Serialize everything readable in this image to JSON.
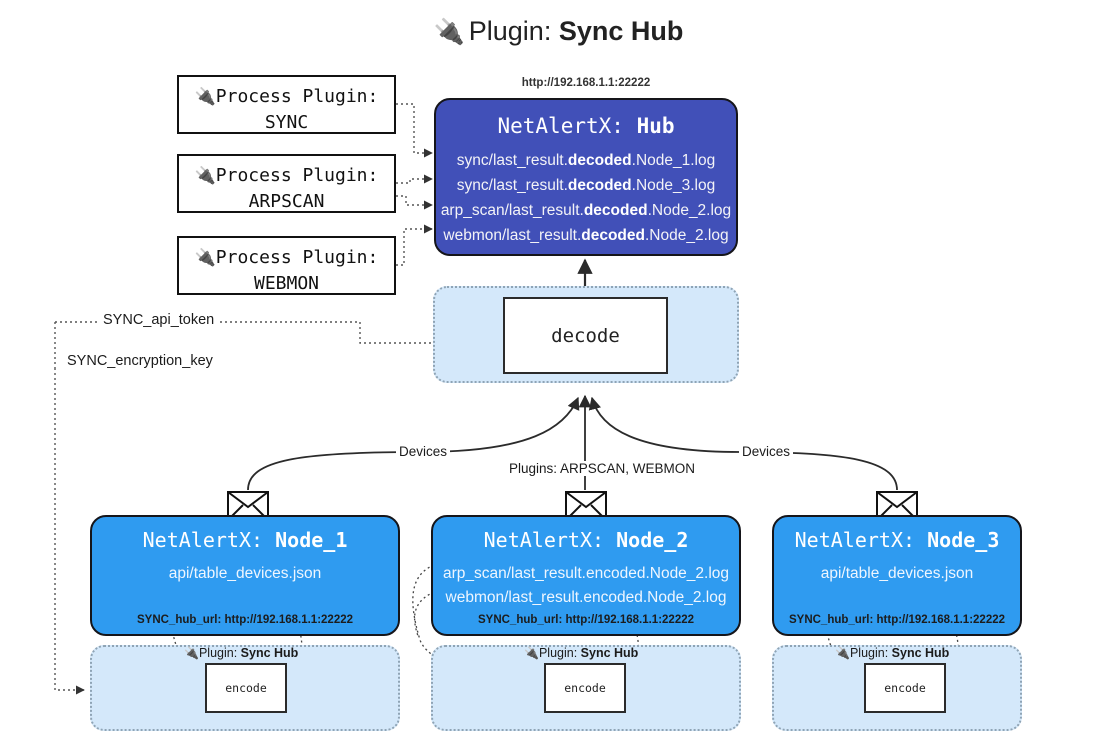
{
  "title": {
    "icon": "plug-icon",
    "prefix": "Plugin:",
    "name": "Sync Hub"
  },
  "process_plugins": [
    {
      "icon": "plug-icon",
      "line1": "Process Plugin:",
      "line2": "SYNC"
    },
    {
      "icon": "plug-icon",
      "line1": "Process Plugin:",
      "line2": "ARPSCAN"
    },
    {
      "icon": "plug-icon",
      "line1": "Process Plugin:",
      "line2": "WEBMON"
    }
  ],
  "hub": {
    "url": "http://192.168.1.1:22222",
    "label_prefix": "NetAlertX:",
    "label_name": "Hub",
    "logs": [
      {
        "pre": "sync/last_result.",
        "mid": "decoded",
        "post": ".Node_1.log"
      },
      {
        "pre": "sync/last_result.",
        "mid": "decoded",
        "post": ".Node_3.log"
      },
      {
        "pre": "arp_scan/last_result.",
        "mid": "decoded",
        "post": ".Node_2.log"
      },
      {
        "pre": "webmon/last_result.",
        "mid": "decoded",
        "post": ".Node_2.log"
      }
    ]
  },
  "decode": {
    "label": "decode"
  },
  "secrets": [
    {
      "label": "SYNC_api_token"
    },
    {
      "label": "SYNC_encryption_key"
    }
  ],
  "edge_labels": {
    "devices_left": "Devices",
    "plugins_center": "Plugins: ARPSCAN, WEBMON",
    "devices_right": "Devices"
  },
  "nodes": [
    {
      "label_prefix": "NetAlertX:",
      "label_name": "Node_1",
      "files": [
        "api/table_devices.json"
      ],
      "hub_url": "SYNC_hub_url: http://192.168.1.1:22222",
      "envelope_icon": "envelope-icon",
      "plugin": {
        "icon": "plug-icon",
        "prefix": "Plugin:",
        "name": "Sync Hub"
      },
      "encode_label": "encode"
    },
    {
      "label_prefix": "NetAlertX:",
      "label_name": "Node_2",
      "files": [
        "arp_scan/last_result.encoded.Node_2.log",
        "webmon/last_result.encoded.Node_2.log"
      ],
      "hub_url": "SYNC_hub_url: http://192.168.1.1:22222",
      "envelope_icon": "envelope-icon",
      "plugin": {
        "icon": "plug-icon",
        "prefix": "Plugin:",
        "name": "Sync Hub"
      },
      "encode_label": "encode"
    },
    {
      "label_prefix": "NetAlertX:",
      "label_name": "Node_3",
      "files": [
        "api/table_devices.json"
      ],
      "hub_url": "SYNC_hub_url: http://192.168.1.1:22222",
      "envelope_icon": "envelope-icon",
      "plugin": {
        "icon": "plug-icon",
        "prefix": "Plugin:",
        "name": "Sync Hub"
      },
      "encode_label": "encode"
    }
  ],
  "colors": {
    "hub": "#4150b8",
    "node": "#2f9bf0",
    "panel": "#d4e8fa",
    "stroke": "#2b2b2b",
    "dotted": "#555555"
  }
}
